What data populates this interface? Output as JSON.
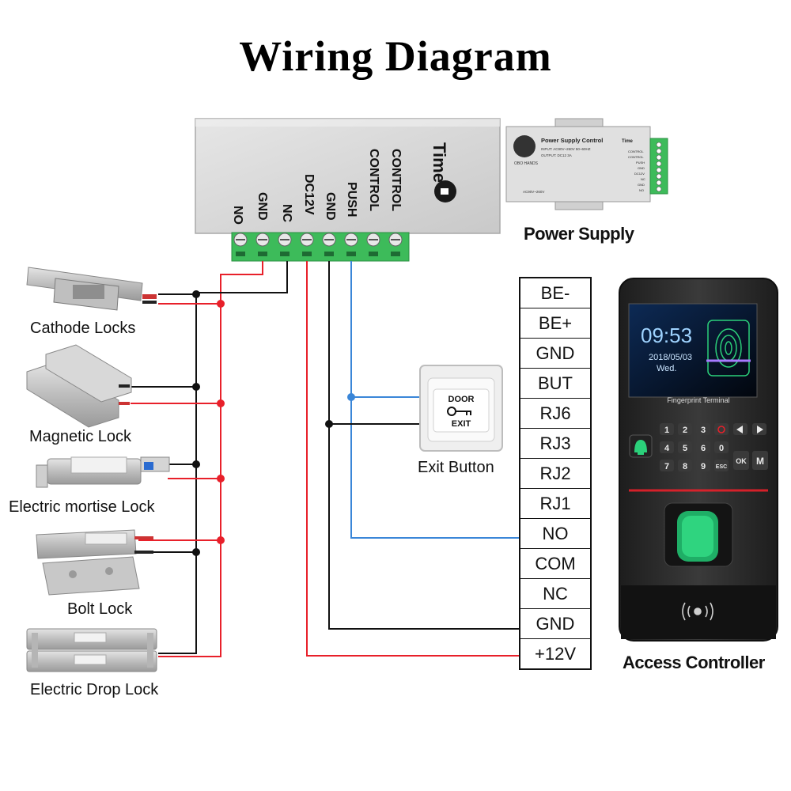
{
  "title": "Wiring Diagram",
  "power_supply": {
    "label": "Power Supply",
    "time_text": "Time",
    "terminals": [
      "NO",
      "GND",
      "NC",
      "DC12V",
      "GND",
      "PUSH",
      "CONTROL",
      "CONTROL"
    ],
    "thumbnail": {
      "header": "Power Supply Control",
      "brand": "OBO HANDS",
      "input_text": "INPUT: AC90V~260V 50~60HZ",
      "output_text": "OUTPUT: DC12 3A",
      "footer": "AC90V~260V",
      "time_text": "Time",
      "terminals": [
        "CONTROL",
        "CONTROL",
        "PUSH",
        "GND",
        "DC12V",
        "NC",
        "GND",
        "NO"
      ]
    }
  },
  "locks": [
    {
      "label": "Cathode Locks"
    },
    {
      "label": "Magnetic Lock"
    },
    {
      "label": "Electric mortise Lock"
    },
    {
      "label": "Bolt Lock"
    },
    {
      "label": "Electric Drop Lock"
    }
  ],
  "exit_button": {
    "label": "Exit Button",
    "door_text": "DOOR",
    "exit_text": "EXIT"
  },
  "controller": {
    "label": "Access Controller",
    "terminals": [
      "BE-",
      "BE+",
      "GND",
      "BUT",
      "RJ6",
      "RJ3",
      "RJ2",
      "RJ1",
      "NO",
      "COM",
      "NC",
      "GND",
      "+12V"
    ],
    "time": "09:53",
    "date": "2018/05/03",
    "weekday": "Wed.",
    "device_name": "Fingerprint Terminal",
    "keys": [
      "1",
      "2",
      "3",
      "4",
      "5",
      "6",
      "7",
      "8",
      "9",
      "0",
      "ESC",
      "OK",
      "M"
    ]
  },
  "colors": {
    "red_wire": "#e8202a",
    "black_wire": "#111111",
    "blue_wire": "#3a86d8",
    "terminal_green": "#3dbb5a",
    "power_box": "#dcdcdc",
    "controller_body": "#2a2a2a"
  }
}
